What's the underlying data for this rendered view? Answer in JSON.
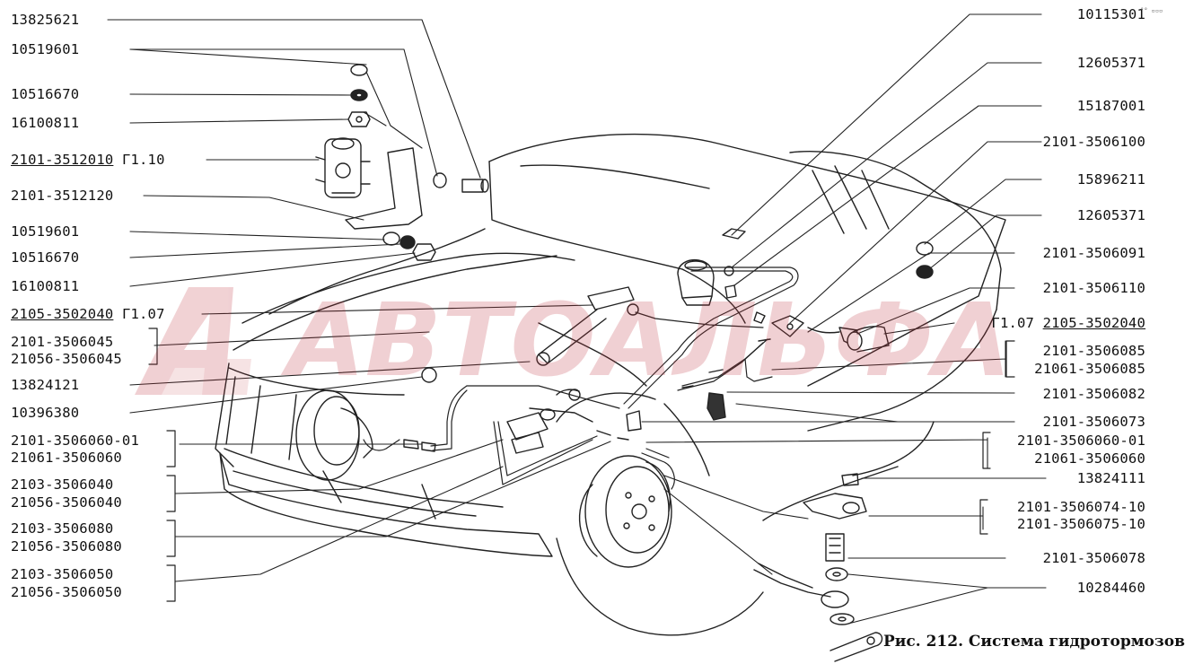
{
  "watermark_text": "АВТОАЛЬФА",
  "caption": "Рис. 212. Система гидротормозов",
  "corner_mark": "°° ▫▫▫",
  "left_labels": [
    "13825621",
    "10519601",
    "10516670",
    "16100811",
    "2101-3512010 Г1.10",
    "2101-3512120",
    "10519601",
    "10516670",
    "16100811",
    "2105-3502040 Г1.07",
    "2101-3506045",
    "21056-3506045",
    "13824121",
    "10396380",
    "2101-3506060-01",
    "21061-3506060",
    "2103-3506040",
    "21056-3506040",
    "2103-3506080",
    "21056-3506080",
    "2103-3506050",
    "21056-3506050"
  ],
  "right_labels": [
    "10115301",
    "12605371",
    "15187001",
    "2101-3506100",
    "15896211",
    "12605371",
    "2101-3506091",
    "2101-3506110",
    "Г1.07  2105-3502040",
    "2101-3506085",
    "21061-3506085",
    "2101-3506082",
    "2101-3506073",
    "2101-3506060-01",
    "21061-3506060",
    "13824111",
    "2101-3506074-10",
    "2101-3506075-10",
    "2101-3506078",
    "10284460"
  ]
}
